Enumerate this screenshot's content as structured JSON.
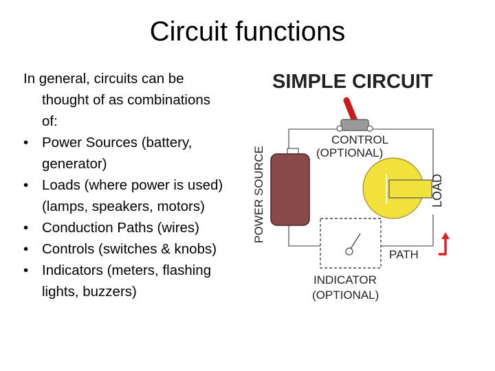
{
  "slide": {
    "title": "Circuit functions",
    "intro": "In general, circuits can be thought of as combinations of:",
    "bullets": [
      "Power Sources (battery, generator)",
      "Loads (where power is used) (lamps, speakers, motors)",
      "Conduction Paths (wires)",
      "Controls (switches & knobs)",
      "Indicators (meters, flashing lights, buzzers)"
    ]
  },
  "diagram": {
    "heading": "SIMPLE CIRCUIT",
    "power_source": "POWER SOURCE",
    "control": "CONTROL",
    "control_optional": "(OPTIONAL)",
    "load": "LOAD",
    "path": "PATH",
    "indicator": "INDICATOR",
    "indicator_optional": "(OPTIONAL)",
    "colors": {
      "battery": "#8b4a4a",
      "bulb": "#f2e13c",
      "switch_handle": "#cc1a1a",
      "arrow": "#e02020",
      "switch_body": "#9a9a9a"
    }
  }
}
